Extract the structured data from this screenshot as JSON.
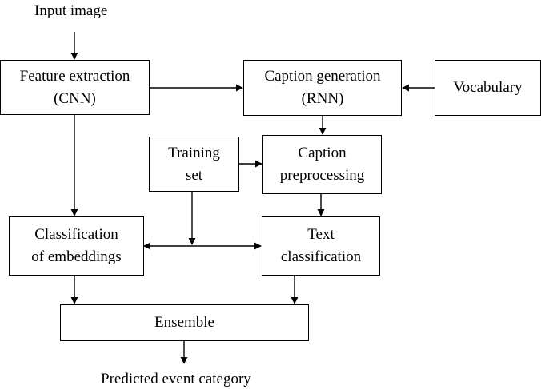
{
  "diagram": {
    "input_label": "Input image",
    "output_label": "Predicted event category",
    "nodes": {
      "feature_extraction": "Feature extraction\n(CNN)",
      "caption_generation": "Caption generation\n(RNN)",
      "vocabulary": "Vocabulary",
      "training_set": "Training\nset",
      "caption_preprocessing": "Caption\npreprocessing",
      "classification_embeddings": "Classification\nof embeddings",
      "text_classification": "Text\nclassification",
      "ensemble": "Ensemble"
    }
  }
}
